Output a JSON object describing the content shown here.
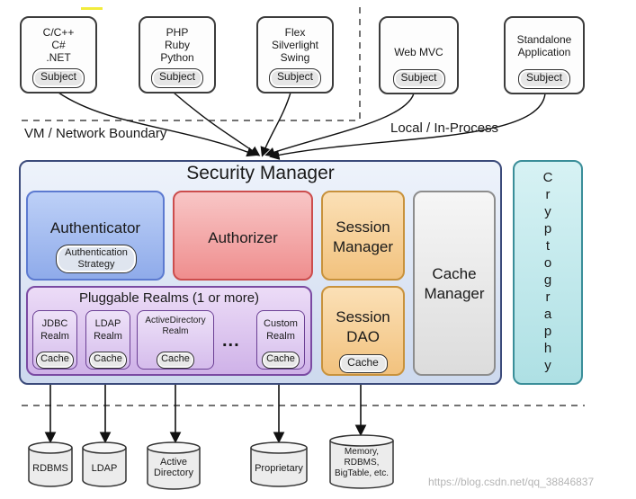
{
  "clients": [
    {
      "label": "C/C++\nC#\n.NET",
      "subject": "Subject"
    },
    {
      "label": "PHP\nRuby\nPython",
      "subject": "Subject"
    },
    {
      "label": "Flex\nSilverlight\nSwing",
      "subject": "Subject"
    },
    {
      "label": "Web MVC",
      "subject": "Subject"
    },
    {
      "label": "Standalone\nApplication",
      "subject": "Subject"
    }
  ],
  "boundaries": {
    "vm_network": "VM / Network Boundary",
    "local_in_process": "Local / In-Process"
  },
  "security_manager": {
    "title": "Security Manager",
    "authenticator": {
      "label": "Authenticator",
      "strategy": "Authentication\nStrategy"
    },
    "authorizer": {
      "label": "Authorizer"
    },
    "session_manager": {
      "label": "Session\nManager"
    },
    "cache_manager": {
      "label": "Cache\nManager"
    },
    "session_dao": {
      "label": "Session\nDAO",
      "cache": "Cache"
    },
    "pluggable_realms": {
      "title": "Pluggable Realms (1 or more)",
      "realms": [
        {
          "label": "JDBC\nRealm",
          "cache": "Cache"
        },
        {
          "label": "LDAP\nRealm",
          "cache": "Cache"
        },
        {
          "label": "ActiveDirectory\nRealm",
          "cache": "Cache"
        },
        {
          "label": "Custom\nRealm",
          "cache": "Cache"
        }
      ],
      "ellipsis": "..."
    }
  },
  "cryptography": {
    "letters": [
      "C",
      "r",
      "y",
      "p",
      "t",
      "o",
      "g",
      "r",
      "a",
      "p",
      "h",
      "y"
    ]
  },
  "datastores": [
    {
      "label": "RDBMS"
    },
    {
      "label": "LDAP"
    },
    {
      "label": "Active\nDirectory"
    },
    {
      "label": "Proprietary"
    },
    {
      "label": "Memory,\nRDBMS,\nBigTable, etc."
    }
  ],
  "watermark": "https://blog.csdn.net/qq_38846837",
  "colors": {
    "authenticator": "#9db6ee",
    "authorizer": "#f2a2a2",
    "session": "#f5cd92",
    "cache_manager": "#e8e8e8",
    "realms": "#dcc5ef",
    "cryptography": "#c2e8eb",
    "security_manager": "#dbe4f3"
  }
}
